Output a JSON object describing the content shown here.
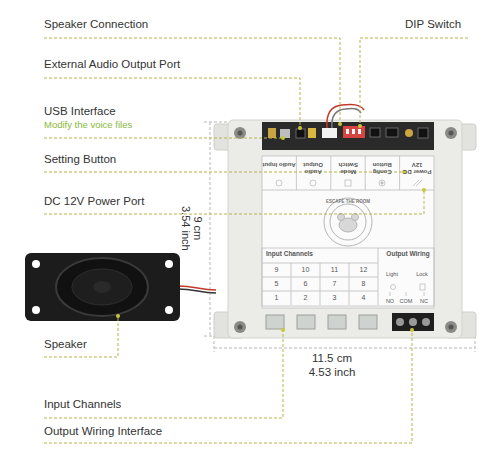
{
  "diagram": {
    "labels": [
      "Speaker Connection",
      "DIP Switch",
      "External Audio Output Port",
      "USB Interface",
      "Modify the voice files",
      "Setting Button",
      "DC 12V Power Port",
      "9 cm",
      "3.54 inch",
      "Audio Input",
      "Audio Output",
      "Mode Switch",
      "Config Button",
      "Power DC 12V",
      "ESCAPE THE ROOM",
      "Input Channels",
      "Output Wiring",
      "9",
      "10",
      "11",
      "12",
      "5",
      "6",
      "7",
      "8",
      "1",
      "2",
      "3",
      "4",
      "Light",
      "Lock",
      "NO",
      "COM",
      "NC",
      "Speaker",
      "11.5 cm",
      "4.53 inch",
      "Input Channels",
      "Output Wiring Interface"
    ]
  }
}
